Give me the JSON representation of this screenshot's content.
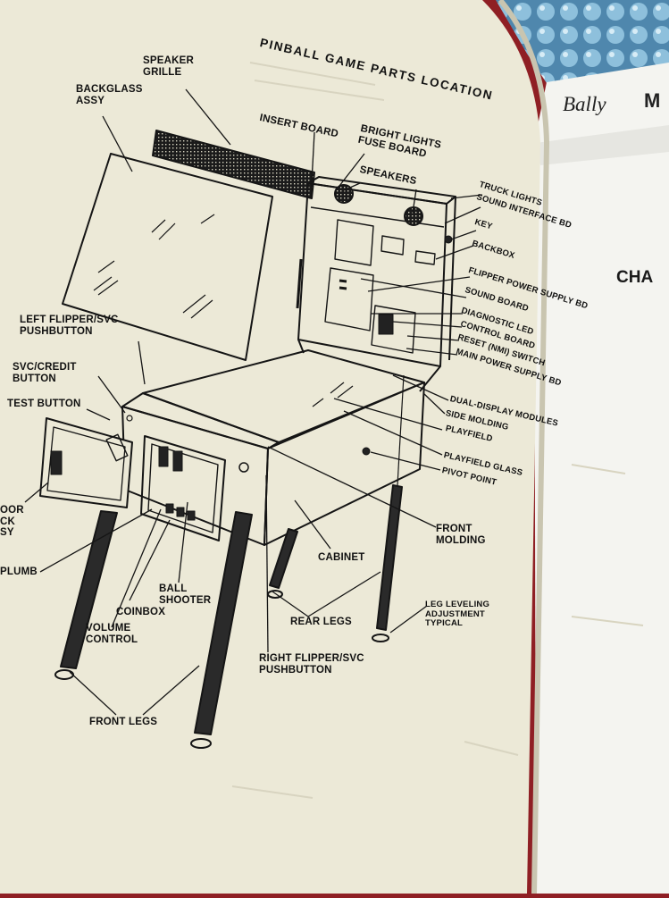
{
  "manual": {
    "title": "PINBALL GAME PARTS LOCATION"
  },
  "background_page": {
    "brand": "Bally",
    "brand_suffix": "M",
    "chapter_heading": "CHA"
  },
  "labels": {
    "speaker_grille": "SPEAKER\nGRILLE",
    "backglass_assy": "BACKGLASS\nASSY",
    "insert_board": "INSERT BOARD",
    "bright_lights_fuse_board": "BRIGHT LIGHTS\nFUSE BOARD",
    "speakers": "SPEAKERS",
    "truck_lights": "TRUCK LIGHTS",
    "sound_interface": "SOUND INTERFACE BD",
    "key": "KEY",
    "backbox": "BACKBOX",
    "flipper_power_supply": "FLIPPER POWER SUPPLY BD",
    "sound_board": "SOUND BOARD",
    "diagnostic_led": "DIAGNOSTIC LED",
    "control_board": "CONTROL BOARD",
    "reset_switch": "RESET (NMI) SWITCH",
    "main_power_supply": "MAIN POWER SUPPLY BD",
    "left_flipper_pushbutton": "LEFT FLIPPER/SVC\nPUSHBUTTON",
    "svc_credit_button": "SVC/CREDIT\nBUTTON",
    "test_button": "TEST BUTTON",
    "dual_display_modules": "DUAL-DISPLAY MODULES",
    "side_molding": "SIDE MOLDING",
    "playfield": "PLAYFIELD",
    "playfield_glass": "PLAYFIELD GLASS",
    "pivot_point": "PIVOT POINT",
    "door_lock_assy": "OOR\nCK\nSY",
    "front_molding": "FRONT\nMOLDING",
    "cabinet": "CABINET",
    "plumb": "PLUMB",
    "ball_shooter": "BALL\nSHOOTER",
    "coinbox": "COINBOX",
    "volume_control": "VOLUME\nCONTROL",
    "rear_legs": "REAR LEGS",
    "leg_leveling": "LEG LEVELING\nADJUSTMENT\nTYPICAL",
    "right_flipper_pushbutton": "RIGHT FLIPPER/SVC\nPUSHBUTTON",
    "front_legs": "FRONT LEGS"
  },
  "colors": {
    "paper": "#ece9d7",
    "ink": "#111111",
    "table_red": "#8f1f24",
    "bubble_wrap": "#6fa6c9"
  }
}
